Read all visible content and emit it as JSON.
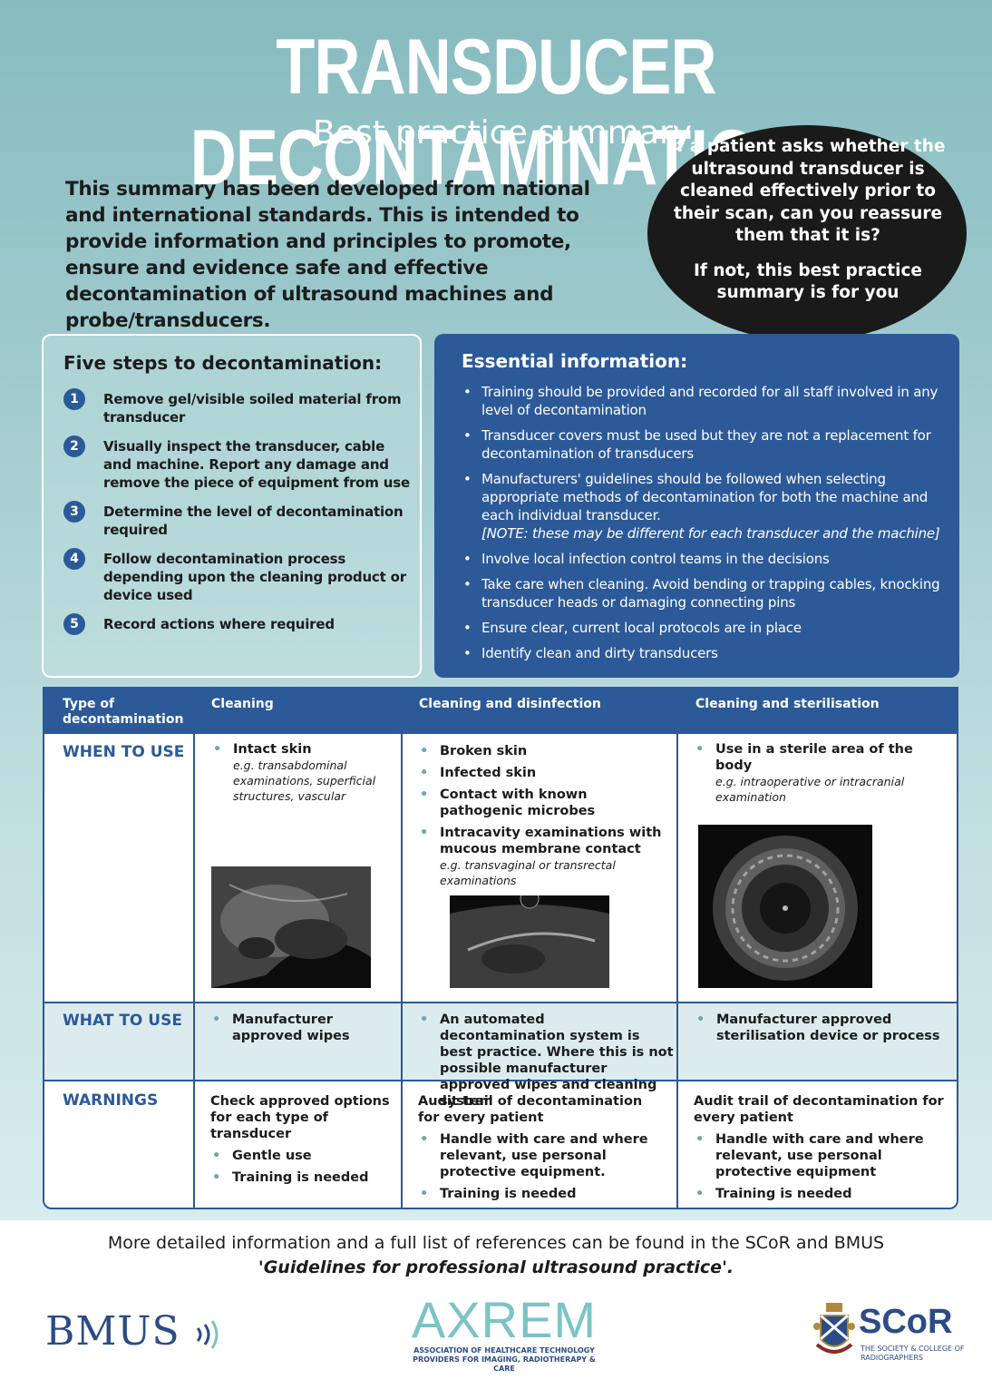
{
  "header": {
    "title": "TRANSDUCER DECONTAMINATION",
    "subtitle": "Best practice summary",
    "intro": "This summary has been developed from national and international standards. This is intended to provide information and principles to promote, ensure and evidence safe and effective decontamination of ultrasound machines and probe/transducers."
  },
  "bubble": {
    "question": "If a patient asks whether the ultrasound transducer is cleaned effectively prior to their scan, can you reassure them that it is?",
    "answer": "If not, this best practice summary is for you"
  },
  "steps": {
    "title": "Five steps to decontamination:",
    "items": [
      {
        "num": "1",
        "text": "Remove gel/visible soiled material from transducer"
      },
      {
        "num": "2",
        "text": "Visually inspect the transducer, cable and machine. Report any damage and remove the piece of equipment from use"
      },
      {
        "num": "3",
        "text": "Determine the level of decontamination required"
      },
      {
        "num": "4",
        "text": "Follow decontamination process depending upon the cleaning product or device used"
      },
      {
        "num": "5",
        "text": "Record actions where required"
      }
    ]
  },
  "essential": {
    "title": "Essential information:",
    "items": [
      "Training should be provided and recorded for all staff involved in any level of decontamination",
      "Transducer covers must be used but they are not a replacement for decontamination of transducers",
      "Manufacturers' guidelines should be followed when selecting appropriate methods of decontamination for both the machine and each individual transducer.",
      "Involve local infection control teams in the decisions",
      "Take care when cleaning. Avoid bending or trapping cables, knocking transducer heads or damaging connecting pins",
      "Ensure clear, current local protocols are in place",
      "Identify clean and dirty transducers"
    ],
    "note": "[NOTE: these may be different for each transducer and the machine]"
  },
  "table": {
    "headers": [
      "Type of decontamination",
      "Cleaning",
      "Cleaning and disinfection",
      "Cleaning and sterilisation"
    ],
    "rows": {
      "when": {
        "label": "WHEN TO USE",
        "cleaning": {
          "item": "Intact skin",
          "eg": "e.g. transabdominal examinations, superficial structures, vascular"
        },
        "disinfection": {
          "items": [
            "Broken skin",
            "Infected skin",
            "Contact with known pathogenic microbes",
            "Intracavity examinations with mucous membrane contact"
          ],
          "eg": "e.g. transvaginal or transrectal examinations"
        },
        "sterilisation": {
          "item": "Use in a sterile area of the body",
          "eg": "e.g. intraoperative or intracranial examination"
        }
      },
      "what": {
        "label": "WHAT TO USE",
        "cleaning": "Manufacturer approved wipes",
        "disinfection": "An automated decontamination system is best practice. Where this is not possible manufacturer approved wipes and cleaning system",
        "sterilisation": "Manufacturer approved sterilisation device or process"
      },
      "warnings": {
        "label": "WARNINGS",
        "cleaning": {
          "lead": "Check approved options for each type of transducer",
          "items": [
            "Gentle use",
            "Training is needed"
          ]
        },
        "disinfection": {
          "lead": "Audit trail of decontamination for every patient",
          "items": [
            "Handle with care and where relevant, use personal protective equipment.",
            "Training is needed"
          ]
        },
        "sterilisation": {
          "lead": "Audit trail of decontamination for every patient",
          "items": [
            "Handle with care and where relevant, use personal protective equipment",
            "Training is needed"
          ]
        }
      }
    }
  },
  "footer": {
    "text": "More detailed information and a full list of references can be found in the SCoR and BMUS",
    "emphasis": "'Guidelines for professional ultrasound practice'."
  },
  "logos": {
    "bmus": "BMUS",
    "axrem": "AXREM",
    "axrem_sub": "ASSOCIATION OF HEALTHCARE TECHNOLOGY PROVIDERS FOR IMAGING, RADIOTHERAPY & CARE",
    "scor": "SCoR",
    "scor_sub": "THE SOCIETY & COLLEGE OF RADIOGRAPHERS"
  },
  "colors": {
    "navy": "#2c5998",
    "teal": "#86bbbf",
    "bubble": "#1a1a1a",
    "bullet": "#6fa7b0"
  }
}
